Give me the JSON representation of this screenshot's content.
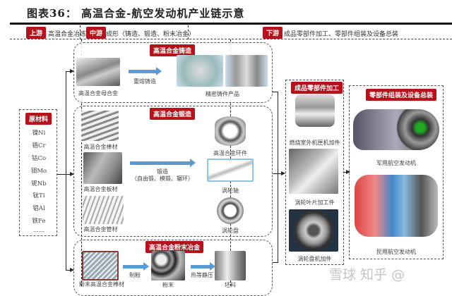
{
  "title": "图表36：  高温合金-航空发动机产业链示意",
  "stages": [
    {
      "badge": "上游",
      "text": "高温合金冶炼"
    },
    {
      "badge": "中游",
      "text": "成形（铸造、锻造、粉末冶金）"
    },
    {
      "badge": "下游",
      "text": "成品零部件加工、零部件组装及设备总装"
    }
  ],
  "raw_materials": {
    "badge": "原材料",
    "items": [
      "镍Ni",
      "铬Cr",
      "钴Co",
      "钼Mo",
      "铌Nb",
      "钛Ti",
      "铝Al",
      "铁Fe",
      "......"
    ]
  },
  "casting": {
    "badge": "高温合金铸造",
    "input": "高温合金母合金",
    "process": "重熔铸造",
    "output": "精密铸件产品"
  },
  "forging": {
    "badge": "高温合金锻造",
    "inputs": [
      "高温合金棒材",
      "高温合金板材",
      "高温合金管材"
    ],
    "process_line1": "锻造",
    "process_line2": "（自由锻、模锻、辗环）",
    "outputs": [
      "高温合金环件",
      "涡轮轴",
      "涡轮盘"
    ]
  },
  "powder": {
    "badge": "高温合金粉末冶金",
    "input": "粉末高温合金棒材",
    "step1": "制粉",
    "mid": "粉末",
    "step2": "热等静压",
    "output": "坯料"
  },
  "parts": {
    "badge": "成品零部件加工",
    "items": [
      "燃烧室外机匣机加件",
      "涡轮叶片加工件",
      "涡轮盘机加件"
    ]
  },
  "assembly": {
    "badge": "零部件组装及设备总装",
    "items": [
      "军用航空发动机",
      "民用航空发动机"
    ]
  },
  "watermark": "雪球 知乎 @"
}
